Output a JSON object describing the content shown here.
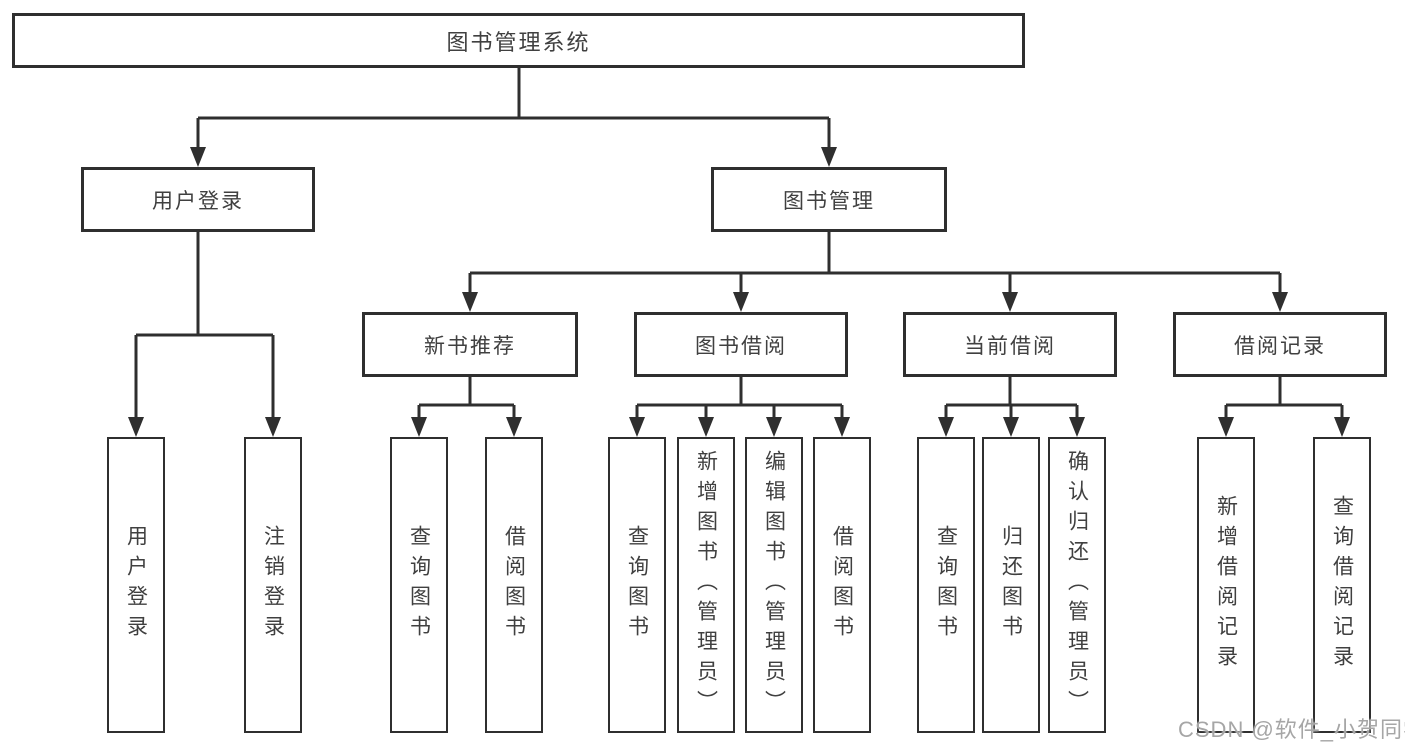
{
  "diagram": {
    "title": "图书管理系统",
    "root": {
      "label": "图书管理系统"
    },
    "branches": [
      {
        "label": "用户登录",
        "children": [
          {
            "label": "用户登录"
          },
          {
            "label": "注销登录"
          }
        ]
      },
      {
        "label": "图书管理",
        "children": [
          {
            "label": "新书推荐",
            "children": [
              {
                "label": "查询图书"
              },
              {
                "label": "借阅图书"
              }
            ]
          },
          {
            "label": "图书借阅",
            "children": [
              {
                "label": "查询图书"
              },
              {
                "label": "新增图书（管理员）"
              },
              {
                "label": "编辑图书（管理员）"
              },
              {
                "label": "借阅图书"
              }
            ]
          },
          {
            "label": "当前借阅",
            "children": [
              {
                "label": "查询图书"
              },
              {
                "label": "归还图书"
              },
              {
                "label": "确认归还（管理员）"
              }
            ]
          },
          {
            "label": "借阅记录",
            "children": [
              {
                "label": "新增借阅记录"
              },
              {
                "label": "查询借阅记录"
              }
            ]
          }
        ]
      }
    ]
  },
  "watermark": {
    "text": "CSDN @软件_小贺同学"
  },
  "colors": {
    "line": "#2f2f2f",
    "box_border": "#2f2f2f",
    "text": "#404040",
    "watermark": "#a6a6a6",
    "background": "#ffffff"
  }
}
